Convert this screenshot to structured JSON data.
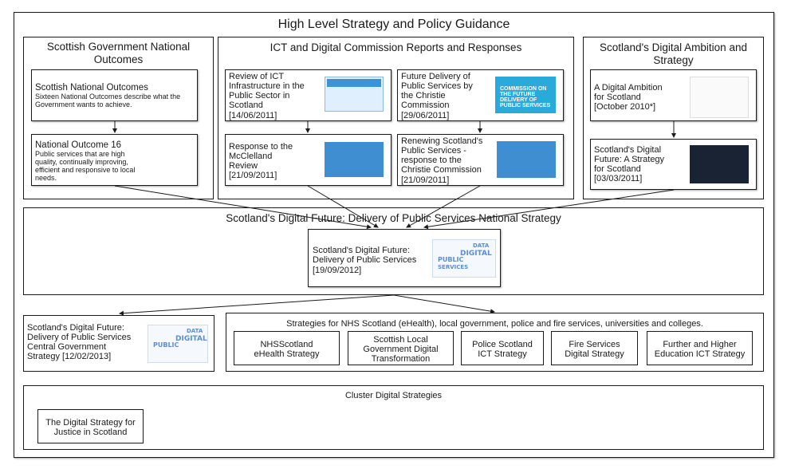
{
  "main_title": "High Level Strategy and Policy Guidance",
  "sections": {
    "national_outcomes": {
      "title": "Scottish Government National Outcomes",
      "box1_title": "Scottish National Outcomes",
      "box1_desc": "Sixteen National Outcomes describe what the Government wants to achieve.",
      "box2_title": "National Outcome 16",
      "box2_desc": "Public services that are high quality, continually improving, efficient and responsive to local needs."
    },
    "ict_commission": {
      "title": "ICT and Digital Commission Reports and Responses",
      "review": "Review of ICT Infrastructure in the Public Sector in Scotland",
      "review_date": "[14/06/2011]",
      "future": "Future Delivery of Public Services by the Christie Commission",
      "future_date": "[29/06/2011]",
      "response": "Response to the McClelland Review",
      "response_date": "[21/09/2011]",
      "renewing": "Renewing Scotland's Public Services - response to the Christie Commission",
      "renewing_date": "[21/09/2011]"
    },
    "digital_ambition": {
      "title": "Scotland's Digital Ambition and Strategy",
      "ambition": "A Digital Ambition for Scotland",
      "ambition_date": "[October 2010*]",
      "future": "Scotland's Digital Future: A Strategy for Scotland",
      "future_date": "[03/03/2011]"
    },
    "national_strategy": {
      "title": "Scotland's Digital Future: Delivery of Public Services National Strategy",
      "box": "Scotland's Digital Future: Delivery of Public Services",
      "box_date": "[19/09/2012]"
    },
    "central_gov": {
      "text": "Scotland's Digital Future: Delivery of Public Services Central Government Strategy [12/02/2013]"
    },
    "strategies": {
      "title": "Strategies for NHS Scotland (eHealth), local government, police and fire services, universities and colleges.",
      "items": [
        "NHSScotland eHealth Strategy",
        "Scottish Local Government Digital Transformation",
        "Police Scotland ICT Strategy",
        "Fire Services Digital Strategy",
        "Further and Higher Education ICT Strategy"
      ]
    },
    "cluster": {
      "title": "Cluster Digital Strategies",
      "item": "The Digital Strategy for Justice in Scotland"
    }
  },
  "thumbnails": {
    "commission_text": "COMMISSION ON THE FUTURE DELIVERY OF PUBLIC SERVICES",
    "cloud_words": [
      "PUBLIC",
      "DIGITAL",
      "DATA",
      "SERVICES"
    ]
  }
}
